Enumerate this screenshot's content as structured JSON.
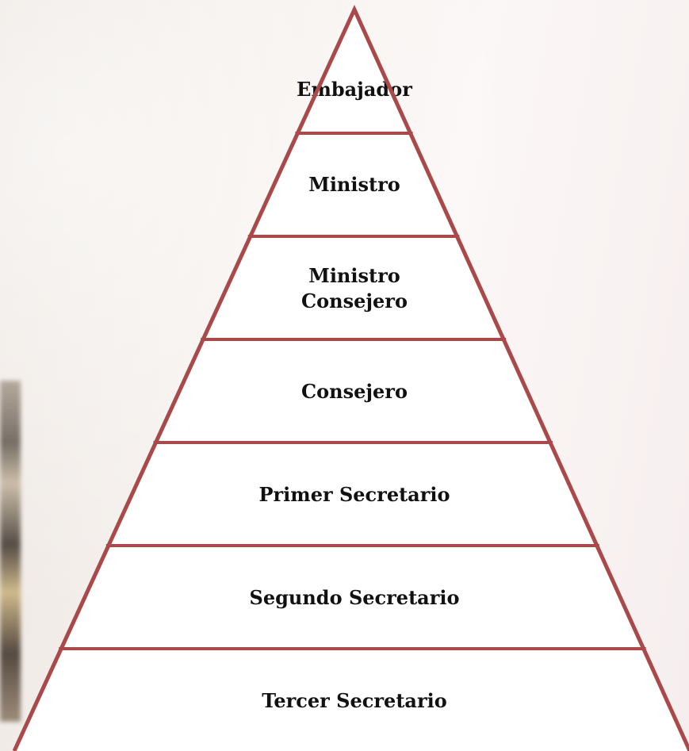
{
  "pyramid": {
    "stroke_color": "#a9494a",
    "fill_color": "#ffffff",
    "levels": [
      {
        "lines": [
          "Embajador"
        ]
      },
      {
        "lines": [
          "Ministro"
        ]
      },
      {
        "lines": [
          "Ministro",
          "Consejero"
        ]
      },
      {
        "lines": [
          "Consejero"
        ]
      },
      {
        "lines": [
          "Primer Secretario"
        ]
      },
      {
        "lines": [
          "Segundo Secretario"
        ]
      },
      {
        "lines": [
          "Tercer Secretario"
        ]
      }
    ]
  }
}
